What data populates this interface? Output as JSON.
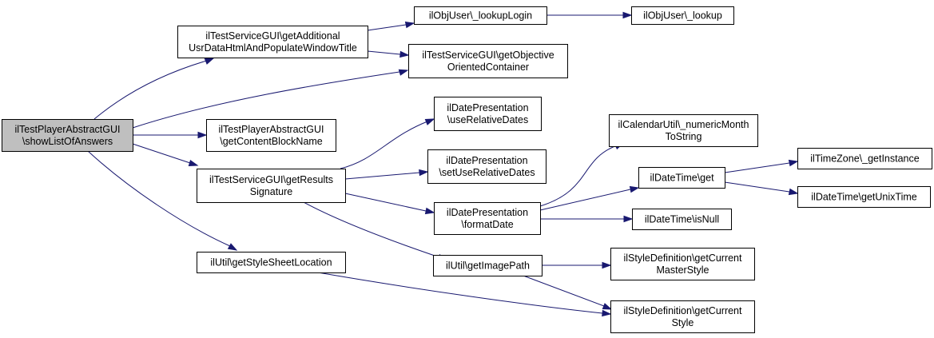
{
  "graph": {
    "nodes": [
      {
        "id": "root",
        "lines": [
          "ilTestPlayerAbstractGUI",
          "\\showListOfAnswers"
        ],
        "highlight": true
      },
      {
        "id": "getAdditional",
        "lines": [
          "ilTestServiceGUI\\getAdditional",
          "UsrDataHtmlAndPopulateWindowTitle"
        ]
      },
      {
        "id": "lookupLogin",
        "lines": [
          "ilObjUser\\_lookupLogin"
        ]
      },
      {
        "id": "lookup",
        "lines": [
          "ilObjUser\\_lookup"
        ]
      },
      {
        "id": "objective",
        "lines": [
          "ilTestServiceGUI\\getObjective",
          "OrientedContainer"
        ]
      },
      {
        "id": "contentBlock",
        "lines": [
          "ilTestPlayerAbstractGUI",
          "\\getContentBlockName"
        ]
      },
      {
        "id": "resultsSig",
        "lines": [
          "ilTestServiceGUI\\getResults",
          "Signature"
        ]
      },
      {
        "id": "useRelDates",
        "lines": [
          "ilDatePresentation",
          "\\useRelativeDates"
        ]
      },
      {
        "id": "setUseRelDates",
        "lines": [
          "ilDatePresentation",
          "\\setUseRelativeDates"
        ]
      },
      {
        "id": "formatDate",
        "lines": [
          "ilDatePresentation",
          "\\formatDate"
        ]
      },
      {
        "id": "numericMonth",
        "lines": [
          "ilCalendarUtil\\_numericMonth",
          "ToString"
        ]
      },
      {
        "id": "dtGet",
        "lines": [
          "ilDateTime\\get"
        ]
      },
      {
        "id": "isNull",
        "lines": [
          "ilDateTime\\isNull"
        ]
      },
      {
        "id": "tzInstance",
        "lines": [
          "ilTimeZone\\_getInstance"
        ]
      },
      {
        "id": "unixTime",
        "lines": [
          "ilDateTime\\getUnixTime"
        ]
      },
      {
        "id": "styleSheet",
        "lines": [
          "ilUtil\\getStyleSheetLocation"
        ]
      },
      {
        "id": "imagePath",
        "lines": [
          "ilUtil\\getImagePath"
        ]
      },
      {
        "id": "masterStyle",
        "lines": [
          "ilStyleDefinition\\getCurrent",
          "MasterStyle"
        ]
      },
      {
        "id": "currentStyle",
        "lines": [
          "ilStyleDefinition\\getCurrent",
          "Style"
        ]
      }
    ],
    "edges": [
      {
        "from": "root",
        "to": "getAdditional"
      },
      {
        "from": "root",
        "to": "objective"
      },
      {
        "from": "root",
        "to": "contentBlock"
      },
      {
        "from": "root",
        "to": "resultsSig"
      },
      {
        "from": "root",
        "to": "styleSheet"
      },
      {
        "from": "getAdditional",
        "to": "lookupLogin"
      },
      {
        "from": "getAdditional",
        "to": "objective"
      },
      {
        "from": "lookupLogin",
        "to": "lookup"
      },
      {
        "from": "resultsSig",
        "to": "useRelDates"
      },
      {
        "from": "resultsSig",
        "to": "setUseRelDates"
      },
      {
        "from": "resultsSig",
        "to": "formatDate"
      },
      {
        "from": "resultsSig",
        "to": "imagePath"
      },
      {
        "from": "formatDate",
        "to": "numericMonth"
      },
      {
        "from": "formatDate",
        "to": "dtGet"
      },
      {
        "from": "formatDate",
        "to": "isNull"
      },
      {
        "from": "dtGet",
        "to": "tzInstance"
      },
      {
        "from": "dtGet",
        "to": "unixTime"
      },
      {
        "from": "imagePath",
        "to": "masterStyle"
      },
      {
        "from": "imagePath",
        "to": "currentStyle"
      },
      {
        "from": "styleSheet",
        "to": "currentStyle"
      }
    ],
    "colors": {
      "edge": "#191970",
      "node_border": "#000000",
      "node_fill": "#ffffff",
      "root_fill": "#bfbfbf"
    }
  }
}
